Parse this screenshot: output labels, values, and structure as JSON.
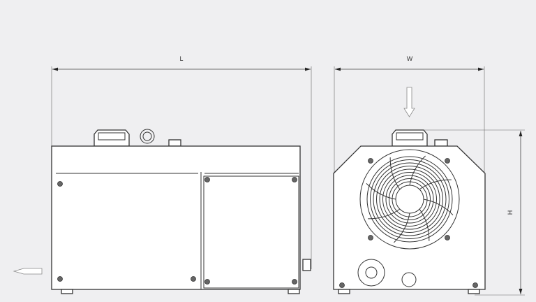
{
  "drawing": {
    "dimension_length_label": "L",
    "dimension_width_label": "W",
    "dimension_height_label": "H",
    "colors": {
      "background": "#efeff1",
      "line": "#333333",
      "fill": "#ffffff"
    }
  }
}
